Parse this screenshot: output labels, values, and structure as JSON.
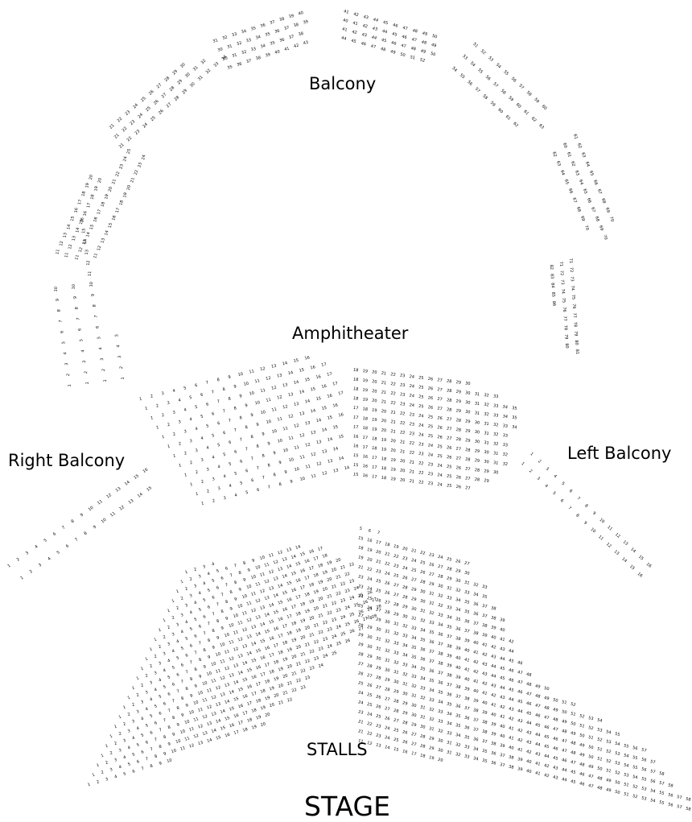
{
  "labels": {
    "balcony": "Balcony",
    "amphitheater": "Amphitheater",
    "right_balcony": "Right Balcony",
    "left_balcony": "Left Balcony",
    "stalls": "STALLS",
    "stage": "STAGE"
  },
  "seat_blocks": [
    {
      "name": "balcony-left-upper",
      "rows": [
        {
          "from": 11,
          "to": 20
        },
        {
          "from": 11,
          "to": 20
        }
      ]
    },
    {
      "name": "balcony-left-lower",
      "rows": [
        {
          "from": 11,
          "to": 25
        },
        {
          "from": 11,
          "to": 24
        }
      ]
    },
    {
      "name": "balcony-top-left",
      "rows": [
        {
          "from": 21,
          "to": 30
        },
        {
          "from": 21,
          "to": 32
        },
        {
          "from": 21,
          "to": 34
        }
      ]
    },
    {
      "name": "balcony-top-center-left",
      "rows": [
        {
          "from": 31,
          "to": 40
        },
        {
          "from": 30,
          "to": 39
        },
        {
          "from": 30,
          "to": 38
        },
        {
          "from": 35,
          "to": 43
        }
      ]
    },
    {
      "name": "balcony-top-center-right",
      "rows": [
        {
          "from": 41,
          "to": 50
        },
        {
          "from": 40,
          "to": 49
        },
        {
          "from": 41,
          "to": 50
        },
        {
          "from": 44,
          "to": 52
        }
      ]
    },
    {
      "name": "balcony-top-right",
      "rows": [
        {
          "from": 51,
          "to": 60
        },
        {
          "from": 53,
          "to": 63
        },
        {
          "from": 54,
          "to": 62
        }
      ]
    },
    {
      "name": "balcony-right-upper",
      "rows": [
        {
          "from": 61,
          "to": 70
        },
        {
          "from": 60,
          "to": 70
        },
        {
          "from": 62,
          "to": 70
        }
      ]
    },
    {
      "name": "balcony-right-lower",
      "rows": [
        {
          "from": 71,
          "to": 81
        },
        {
          "from": 71,
          "to": 80
        },
        {
          "from": 82,
          "to": 86
        }
      ]
    },
    {
      "name": "balcony-far-left",
      "rows": [
        {
          "from": 1,
          "to": 10
        },
        {
          "from": 1,
          "to": 10
        },
        {
          "from": 1,
          "to": 16
        },
        {
          "from": 1,
          "to": 5
        }
      ]
    },
    {
      "name": "amphitheater-left",
      "rows": [
        {
          "from": 1,
          "to": 16
        },
        {
          "from": 1,
          "to": 17
        },
        {
          "from": 1,
          "to": 17
        },
        {
          "from": 1,
          "to": 17
        },
        {
          "from": 1,
          "to": 17
        },
        {
          "from": 1,
          "to": 16
        },
        {
          "from": 1,
          "to": 16
        },
        {
          "from": 1,
          "to": 15
        },
        {
          "from": 1,
          "to": 15
        },
        {
          "from": 1,
          "to": 14
        },
        {
          "from": 1,
          "to": 14
        },
        {
          "from": 1,
          "to": 14
        }
      ]
    },
    {
      "name": "amphitheater-right",
      "rows": [
        {
          "from": 18,
          "to": 30
        },
        {
          "from": 18,
          "to": 33
        },
        {
          "from": 18,
          "to": 35
        },
        {
          "from": 18,
          "to": 35
        },
        {
          "from": 17,
          "to": 34
        },
        {
          "from": 17,
          "to": 33
        },
        {
          "from": 17,
          "to": 33
        },
        {
          "from": 16,
          "to": 32
        },
        {
          "from": 16,
          "to": 32
        },
        {
          "from": 15,
          "to": 30
        },
        {
          "from": 15,
          "to": 29
        },
        {
          "from": 15,
          "to": 27
        }
      ]
    },
    {
      "name": "right-balcony-boxes",
      "rows": [
        {
          "from": 1,
          "to": 16
        },
        {
          "from": 1,
          "to": 15
        }
      ]
    },
    {
      "name": "left-balcony-boxes",
      "rows": [
        {
          "from": 1,
          "to": 16
        },
        {
          "from": 1,
          "to": 16
        }
      ]
    },
    {
      "name": "stalls-left",
      "rows": [
        {
          "from": 1,
          "to": 4
        },
        {
          "from": 1,
          "to": 14
        },
        {
          "from": 1,
          "to": 17
        },
        {
          "from": 1,
          "to": 18
        },
        {
          "from": 1,
          "to": 20
        },
        {
          "from": 1,
          "to": 22
        },
        {
          "from": 1,
          "to": 22
        },
        {
          "from": 1,
          "to": 23
        },
        {
          "from": 1,
          "to": 24
        },
        {
          "from": 1,
          "to": 26
        },
        {
          "from": 1,
          "to": 27
        },
        {
          "from": 1,
          "to": 28
        },
        {
          "from": 1,
          "to": 28
        },
        {
          "from": 1,
          "to": 27
        },
        {
          "from": 1,
          "to": 26
        },
        {
          "from": 1,
          "to": 25
        },
        {
          "from": 1,
          "to": 24
        },
        {
          "from": 1,
          "to": 23
        },
        {
          "from": 1,
          "to": 23
        },
        {
          "from": 1,
          "to": 22
        },
        {
          "from": 1,
          "to": 20
        },
        {
          "from": 1,
          "to": 20
        },
        {
          "from": 1,
          "to": 10
        }
      ]
    },
    {
      "name": "stalls-right",
      "rows": [
        {
          "from": 5,
          "to": 7
        },
        {
          "from": 15,
          "to": 27
        },
        {
          "from": 18,
          "to": 30
        },
        {
          "from": 19,
          "to": 33
        },
        {
          "from": 21,
          "to": 35
        },
        {
          "from": 23,
          "to": 38
        },
        {
          "from": 23,
          "to": 39
        },
        {
          "from": 24,
          "to": 40
        },
        {
          "from": 25,
          "to": 42
        },
        {
          "from": 27,
          "to": 44
        },
        {
          "from": 28,
          "to": 46
        },
        {
          "from": 29,
          "to": 48
        },
        {
          "from": 29,
          "to": 50
        },
        {
          "from": 28,
          "to": 52
        },
        {
          "from": 27,
          "to": 54
        },
        {
          "from": 26,
          "to": 55
        },
        {
          "from": 25,
          "to": 57
        },
        {
          "from": 24,
          "to": 57
        },
        {
          "from": 24,
          "to": 58
        },
        {
          "from": 23,
          "to": 58
        },
        {
          "from": 21,
          "to": 59
        },
        {
          "from": 21,
          "to": 59
        },
        {
          "from": 11,
          "to": 20
        }
      ]
    }
  ]
}
